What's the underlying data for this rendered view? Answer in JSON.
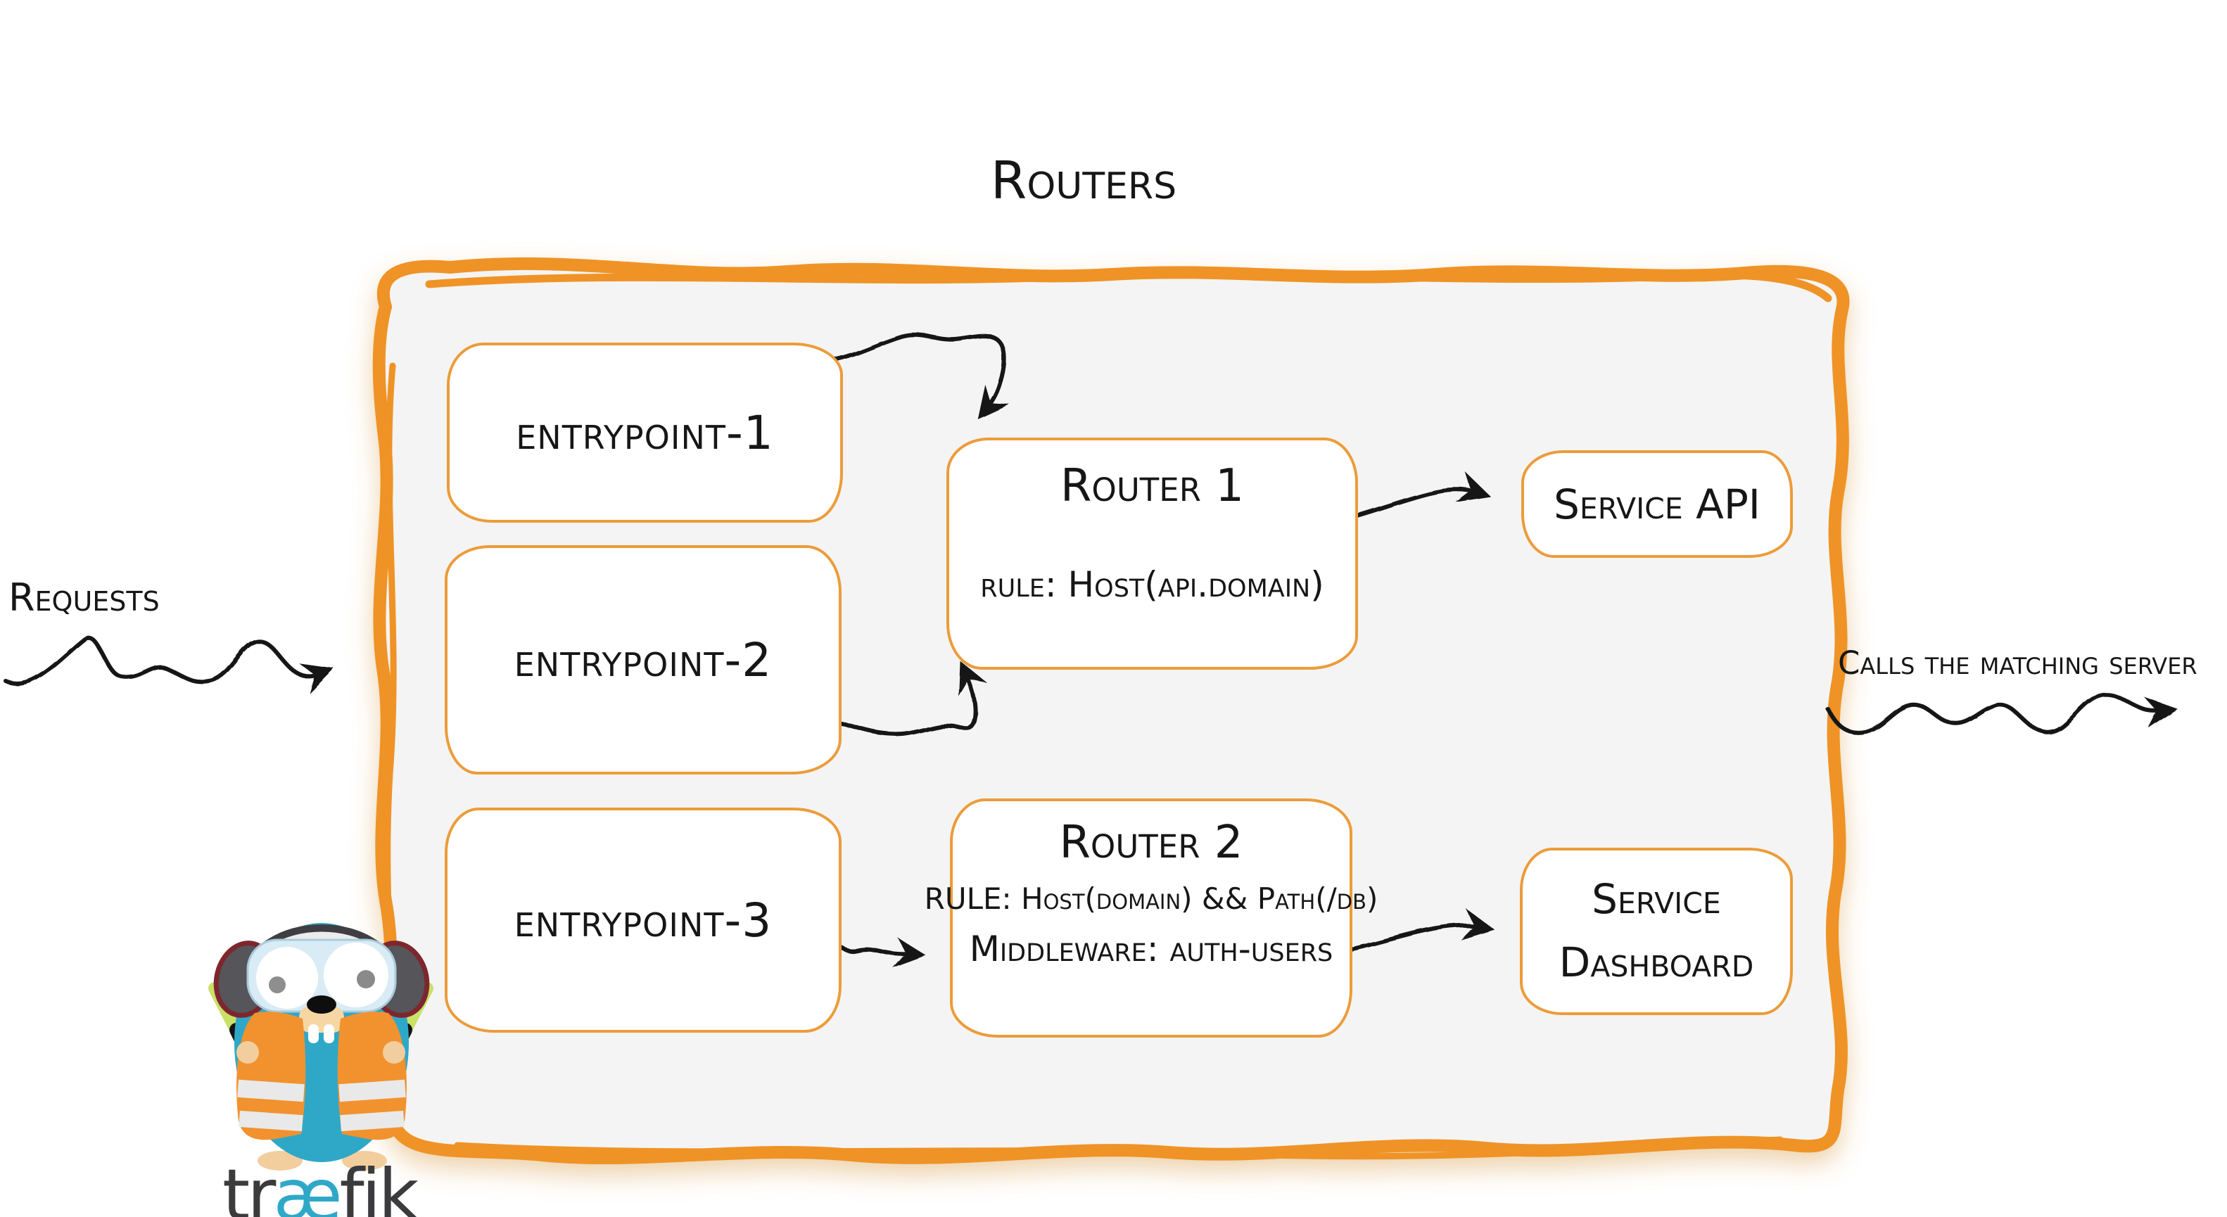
{
  "title": "Routers",
  "labels": {
    "requests": "Requests",
    "calls": "Calls the matching server"
  },
  "entrypoints": [
    {
      "label": "entrypoint-1"
    },
    {
      "label": "entrypoint-2"
    },
    {
      "label": "entrypoint-3"
    }
  ],
  "routers": [
    {
      "title": "Router 1",
      "rule": "rule: Host(api.domain)"
    },
    {
      "title": "Router 2",
      "rule": "RULE: Host(domain) && Path(/db)",
      "middleware": "Middleware: auth-users"
    }
  ],
  "services": [
    {
      "label": "Service API"
    },
    {
      "line1": "Service",
      "line2": "Dashboard"
    }
  ],
  "logo": {
    "part1": "tr",
    "part2": "æ",
    "part3": "fik"
  },
  "colors": {
    "accent-orange": "#EF9327",
    "box-border": "#EC9C3A",
    "panel-fill": "#F4F4F4",
    "ink": "#161616",
    "teal": "#2FA8C8",
    "vest-orange": "#F1922F",
    "wordmark-ink": "#3B3A3C",
    "glow-tan": "#D89C44",
    "stick-green": "#C9E167",
    "skin-tan": "#F2CE9E"
  }
}
